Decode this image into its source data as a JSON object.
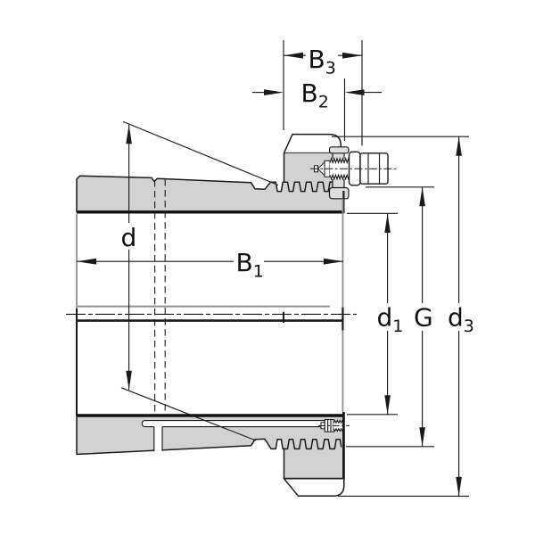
{
  "drawing": {
    "labels": {
      "d": "d",
      "b1": {
        "base": "B",
        "sub": "1"
      },
      "b2": {
        "base": "B",
        "sub": "2"
      },
      "b3": {
        "base": "B",
        "sub": "3"
      },
      "d1": {
        "base": "d",
        "sub": "1"
      },
      "g": "G",
      "d3": {
        "base": "d",
        "sub": "3"
      }
    },
    "colors": {
      "background": "#ffffff",
      "section_fill": "#d2d2d2",
      "clip_fill": "#dedede",
      "outline": "#1a1a1a",
      "helper_line": "#909090"
    }
  }
}
